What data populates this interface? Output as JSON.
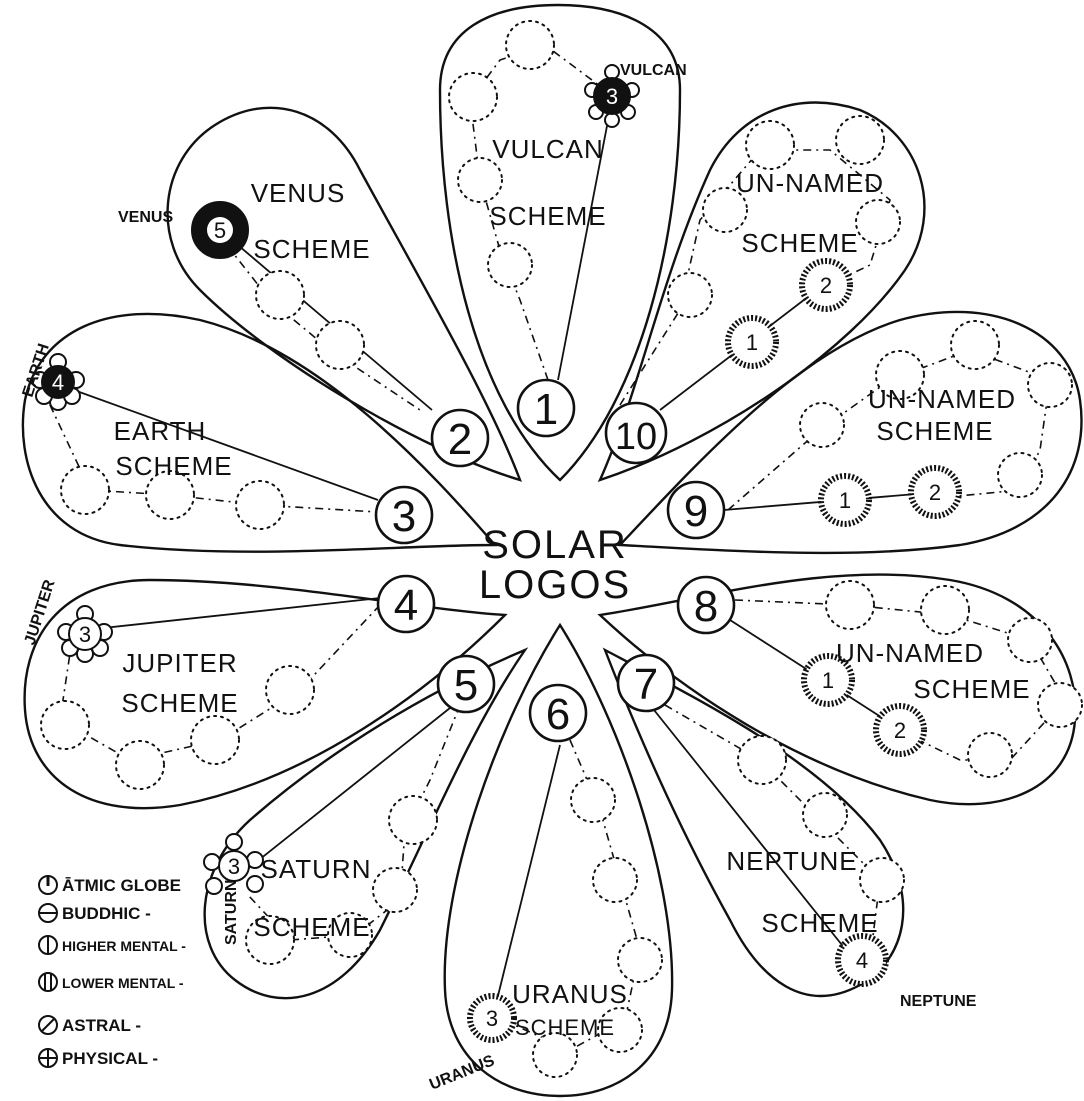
{
  "center": {
    "line1": "SOLAR",
    "line2": "LOGOS"
  },
  "schemes": [
    {
      "number": "1",
      "label_lines": [
        "VULCAN",
        "SCHEME"
      ],
      "planet_label": "VULCAN",
      "globe_numbers": [
        "3"
      ]
    },
    {
      "number": "2",
      "label_lines": [
        "VENUS",
        "SCHEME"
      ],
      "planet_label": "VENUS",
      "globe_numbers": [
        "5"
      ]
    },
    {
      "number": "3",
      "label_lines": [
        "EARTH",
        "SCHEME"
      ],
      "planet_label": "EARTH",
      "globe_numbers": [
        "4"
      ]
    },
    {
      "number": "4",
      "label_lines": [
        "JUPITER",
        "SCHEME"
      ],
      "planet_label": "JUPITER",
      "globe_numbers": [
        "3"
      ]
    },
    {
      "number": "5",
      "label_lines": [
        "SATURN",
        "SCHEME"
      ],
      "planet_label": "SATURN",
      "globe_numbers": [
        "3"
      ]
    },
    {
      "number": "6",
      "label_lines": [
        "URANUS",
        "SCHEME"
      ],
      "planet_label": "URANUS",
      "globe_numbers": [
        "3"
      ]
    },
    {
      "number": "7",
      "label_lines": [
        "NEPTUNE",
        "SCHEME"
      ],
      "planet_label": "NEPTUNE",
      "globe_numbers": [
        "4"
      ]
    },
    {
      "number": "8",
      "label_lines": [
        "UN-NAMED",
        "SCHEME"
      ],
      "planet_label": "",
      "globe_numbers": [
        "1",
        "2"
      ]
    },
    {
      "number": "9",
      "label_lines": [
        "UN-NAMED",
        "SCHEME"
      ],
      "planet_label": "",
      "globe_numbers": [
        "1",
        "2"
      ]
    },
    {
      "number": "10",
      "label_lines": [
        "UN-NAMED",
        "SCHEME"
      ],
      "planet_label": "",
      "globe_numbers": [
        "1",
        "2"
      ]
    }
  ],
  "legend": [
    {
      "label": "ĀTMIC GLOBE",
      "icon": "atmic-globe-icon"
    },
    {
      "label": "BUDDHIC -",
      "icon": "buddhic-globe-icon"
    },
    {
      "label": "HIGHER MENTAL -",
      "icon": "higher-mental-globe-icon"
    },
    {
      "label": "LOWER MENTAL -",
      "icon": "lower-mental-globe-icon"
    },
    {
      "label": "ASTRAL -",
      "icon": "astral-globe-icon"
    },
    {
      "label": "PHYSICAL -",
      "icon": "physical-globe-icon"
    }
  ]
}
